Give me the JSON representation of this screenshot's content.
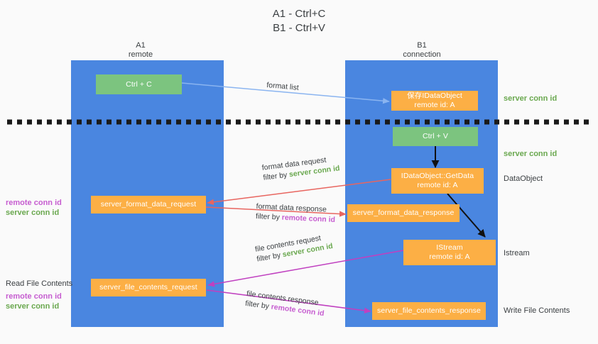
{
  "title": "A1 - Ctrl+C\nB1 - Ctrl+V",
  "lanes": [
    {
      "id": "a1",
      "label": "A1\nremote"
    },
    {
      "id": "b1",
      "label": "B1\nconnection"
    }
  ],
  "nodes": {
    "ctrl_c": "Ctrl + C",
    "ctrl_v": "Ctrl + V",
    "save_idataobject": "保存IDataObject\nremote id: A",
    "getdata": "IDataObject::GetData\nremote id: A",
    "istream": "IStream\nremote id: A",
    "server_format_data_request": "server_format_data_request",
    "server_format_data_response": "server_format_data_response",
    "server_file_contents_request": "server_file_contents_request",
    "server_file_contents_response": "server_file_contents_response"
  },
  "right_labels": {
    "server_conn_id_1": "server conn id",
    "server_conn_id_2": "server conn id",
    "dataobject": "DataObject",
    "istream": "Istream",
    "write_file_contents": "Write File Contents"
  },
  "left_labels": {
    "format_block": {
      "remote": "remote conn id",
      "server": "server conn id"
    },
    "read_file_contents": "Read File Contents",
    "file_block": {
      "remote": "remote conn id",
      "server": "server conn id"
    }
  },
  "edges": [
    {
      "id": "format-list",
      "text": "format list",
      "color": "#8ab4f0"
    },
    {
      "id": "format-data-request",
      "line1": "format data request",
      "line2_prefix": "filter by ",
      "line2_value": "server conn id",
      "line2_color": "green",
      "color": "#e8655f"
    },
    {
      "id": "format-data-response",
      "line1": "format data response",
      "line2_prefix": "filter by ",
      "line2_value": "remote conn id",
      "line2_color": "magenta",
      "color": "#e8655f"
    },
    {
      "id": "file-contents-request",
      "line1": "file contents request",
      "line2_prefix": "filter by ",
      "line2_value": "server conn id",
      "line2_color": "green",
      "color": "#c040c0"
    },
    {
      "id": "file-contents-response",
      "line1": "file contents response",
      "line2_prefix": "filter by ",
      "line2_value": "remote conn id",
      "line2_color": "magenta",
      "color": "#c040c0"
    }
  ],
  "colors": {
    "lane": "#4a86e0",
    "green_node": "#7cc47f",
    "orange_node": "#fcaf45",
    "accent_green_text": "#6aa84f",
    "accent_magenta_text": "#c65dd0",
    "divider": "#1a1a1a",
    "background": "#fafafa"
  }
}
